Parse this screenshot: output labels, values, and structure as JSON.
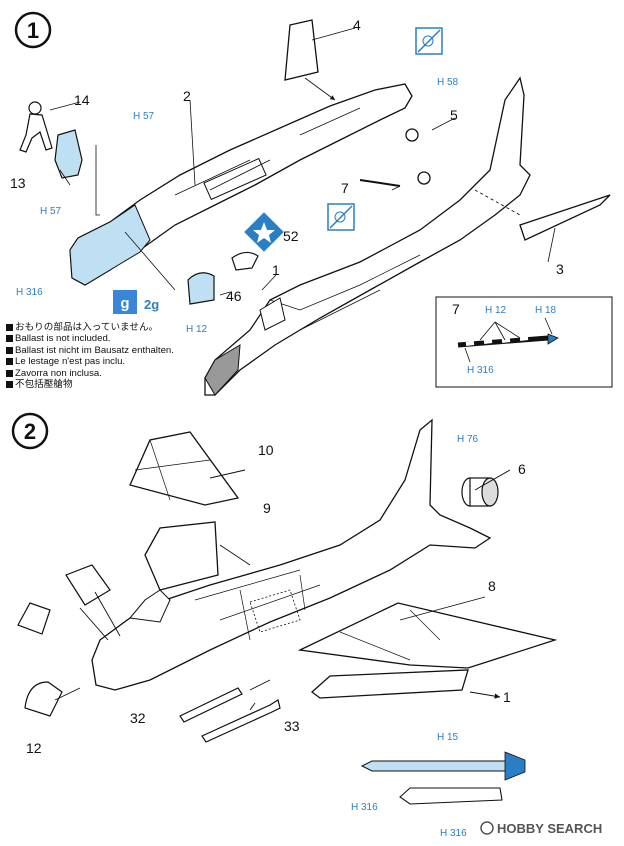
{
  "steps": [
    "1",
    "2"
  ],
  "part_numbers": {
    "p1": "1",
    "p2": "2",
    "p3": "3",
    "p4": "4",
    "p5": "5",
    "p7": "7",
    "p7b": "7",
    "p13": "13",
    "p14": "14",
    "p46": "46",
    "p52": "52",
    "s2_1": "1",
    "p6": "6",
    "p8": "8",
    "p9": "9",
    "p10": "10",
    "p12": "12",
    "p32": "32",
    "p33": "33"
  },
  "color_codes": {
    "h57a": "H 57",
    "h57b": "H 57",
    "h58": "H 58",
    "h316a": "H 316",
    "h12a": "H 12",
    "h12b": "H 12",
    "h18": "H 18",
    "h316b": "H 316",
    "h76": "H 76",
    "h15": "H 15",
    "h316c": "H 316",
    "h316d": "H 316"
  },
  "ballast": {
    "weight_label": "2g",
    "icon": "weight-icon"
  },
  "ballast_notes": [
    "おもりの部品は入っていません。",
    "Ballast is not included.",
    "Ballast ist nicht im Bausatz enthalten.",
    "Le lestage n'est pas inclu.",
    "Zavorra non inclusa.",
    "不包括壓艙物"
  ],
  "watermark": "HOBBY SEARCH",
  "colors": {
    "color_code_blue": "#2a7fc4",
    "fill_blue": "#bfe0f2",
    "ballast_blue": "#3a86d6",
    "line": "#111111"
  }
}
